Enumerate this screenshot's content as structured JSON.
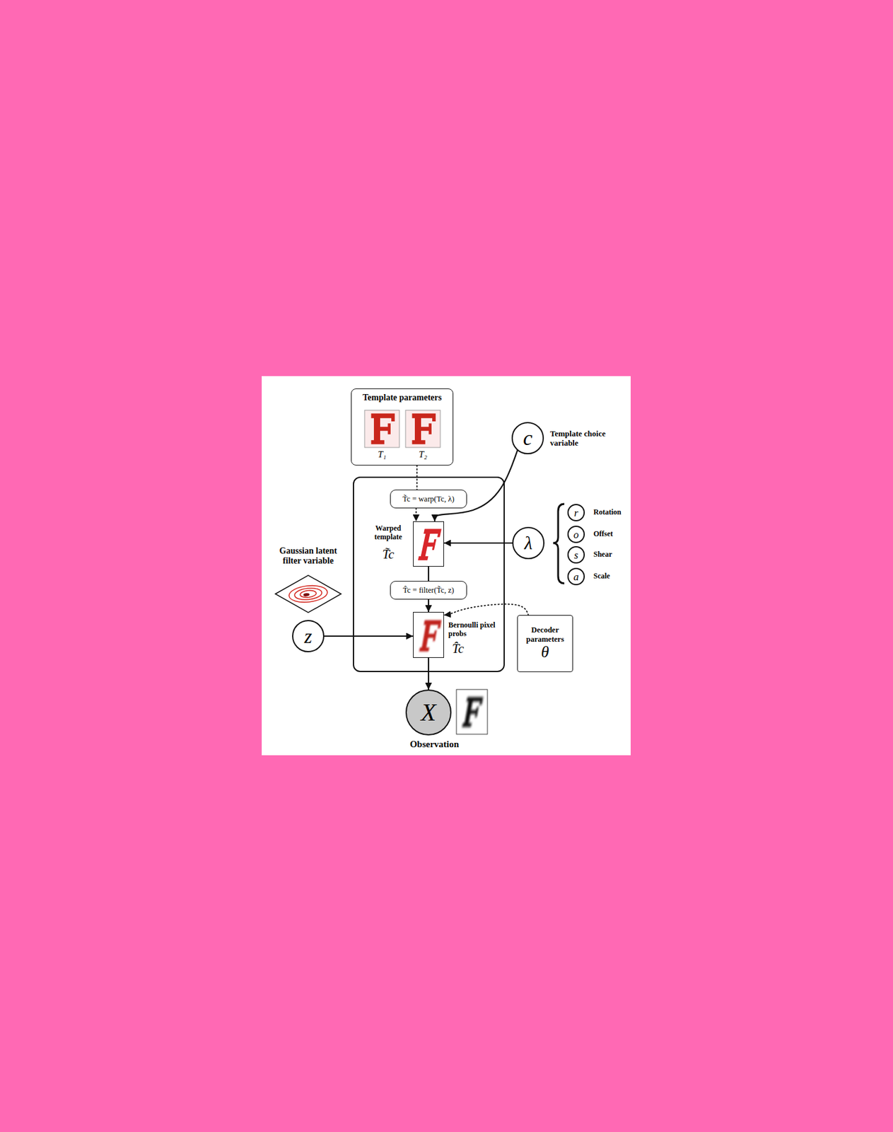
{
  "diagram": {
    "nodes": [
      {
        "text": [
          "Template parameters"
        ]
      },
      {
        "text": [
          "c",
          "Template choice variable"
        ]
      },
      {
        "text": []
      },
      {
        "text": [
          "T̃c = warp(Tc, λ)"
        ],
        "in": 2
      },
      {
        "text": [
          "Warped template",
          "T̃c"
        ],
        "in": 2
      },
      {
        "text": [
          "λ"
        ]
      },
      {
        "text": [
          "r",
          "Rotation"
        ]
      },
      {
        "text": [
          "o",
          "Offset"
        ]
      },
      {
        "text": [
          "s",
          "Shear"
        ]
      },
      {
        "text": [
          "a",
          "Scale"
        ]
      },
      {
        "text": [
          "T̂c = filter(T̃c, z)"
        ],
        "in": 2
      },
      {
        "text": [
          "Bernoulli pixel probs",
          "T̂c"
        ],
        "in": 2
      },
      {
        "text": [
          "z"
        ]
      },
      {
        "text": [
          "Decoder parameters",
          "θ"
        ]
      },
      {
        "text": [
          "X",
          "Observation"
        ]
      }
    ],
    "edges": [
      {
        "from": 0,
        "to": 3,
        "arrow": "none"
      },
      {
        "from": 3,
        "to": 4,
        "arrow": "to"
      },
      {
        "from": 1,
        "to": 4,
        "arrow": "to"
      },
      {
        "from": 5,
        "to": 4,
        "arrow": "to"
      },
      {
        "from": 4,
        "to": 10,
        "arrow": "none"
      },
      {
        "from": 10,
        "to": 11,
        "arrow": "to"
      },
      {
        "from": 12,
        "to": 11,
        "arrow": "to"
      },
      {
        "from": 13,
        "to": 11,
        "arrow": "to"
      },
      {
        "from": 11,
        "to": 14,
        "arrow": "to"
      }
    ],
    "labels": [
      "T₁",
      "T₂",
      "Gaussian latent filter variable"
    ]
  }
}
